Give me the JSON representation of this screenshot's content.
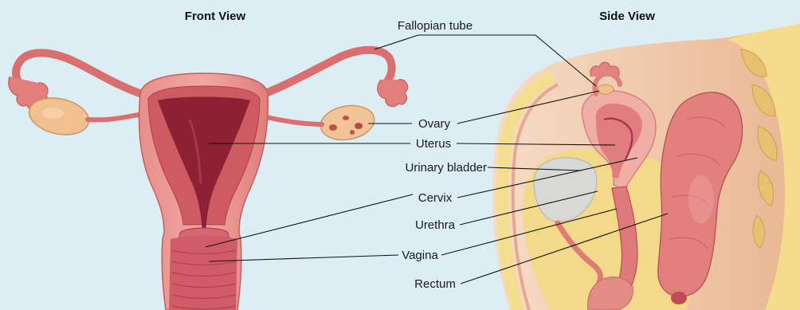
{
  "views": {
    "front": "Front View",
    "side": "Side View"
  },
  "labels": {
    "fallopian_tube": "Fallopian tube",
    "ovary": "Ovary",
    "uterus": "Uterus",
    "urinary_bladder": "Urinary bladder",
    "cervix": "Cervix",
    "urethra": "Urethra",
    "vagina": "Vagina",
    "rectum": "Rectum"
  },
  "colors": {
    "background": "#dcedf4",
    "tissue": "#e2807e",
    "tissue_dark": "#b6364a",
    "cavity": "#8e2034",
    "ovary": "#f0c08e",
    "skin": "#f2cdb0",
    "fat": "#f4dc8c"
  }
}
